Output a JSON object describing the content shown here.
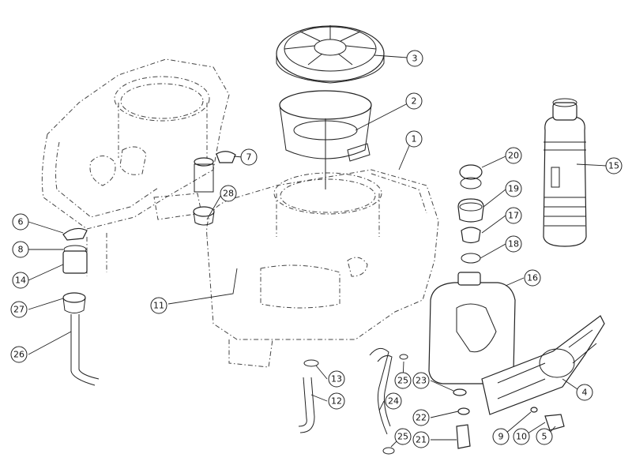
{
  "callouts": {
    "c1": "1",
    "c2": "2",
    "c3": "3",
    "c4": "4",
    "c5": "5",
    "c6": "6",
    "c7": "7",
    "c8": "8",
    "c9": "9",
    "c10": "10",
    "c11": "11",
    "c12": "12",
    "c13": "13",
    "c14": "14",
    "c15": "15",
    "c16": "16",
    "c17": "17",
    "c18": "18",
    "c19": "19",
    "c20": "20",
    "c21": "21",
    "c22": "22",
    "c23": "23",
    "c24": "24",
    "c25a": "25",
    "c25b": "25",
    "c26": "26",
    "c27": "27",
    "c28": "28"
  }
}
